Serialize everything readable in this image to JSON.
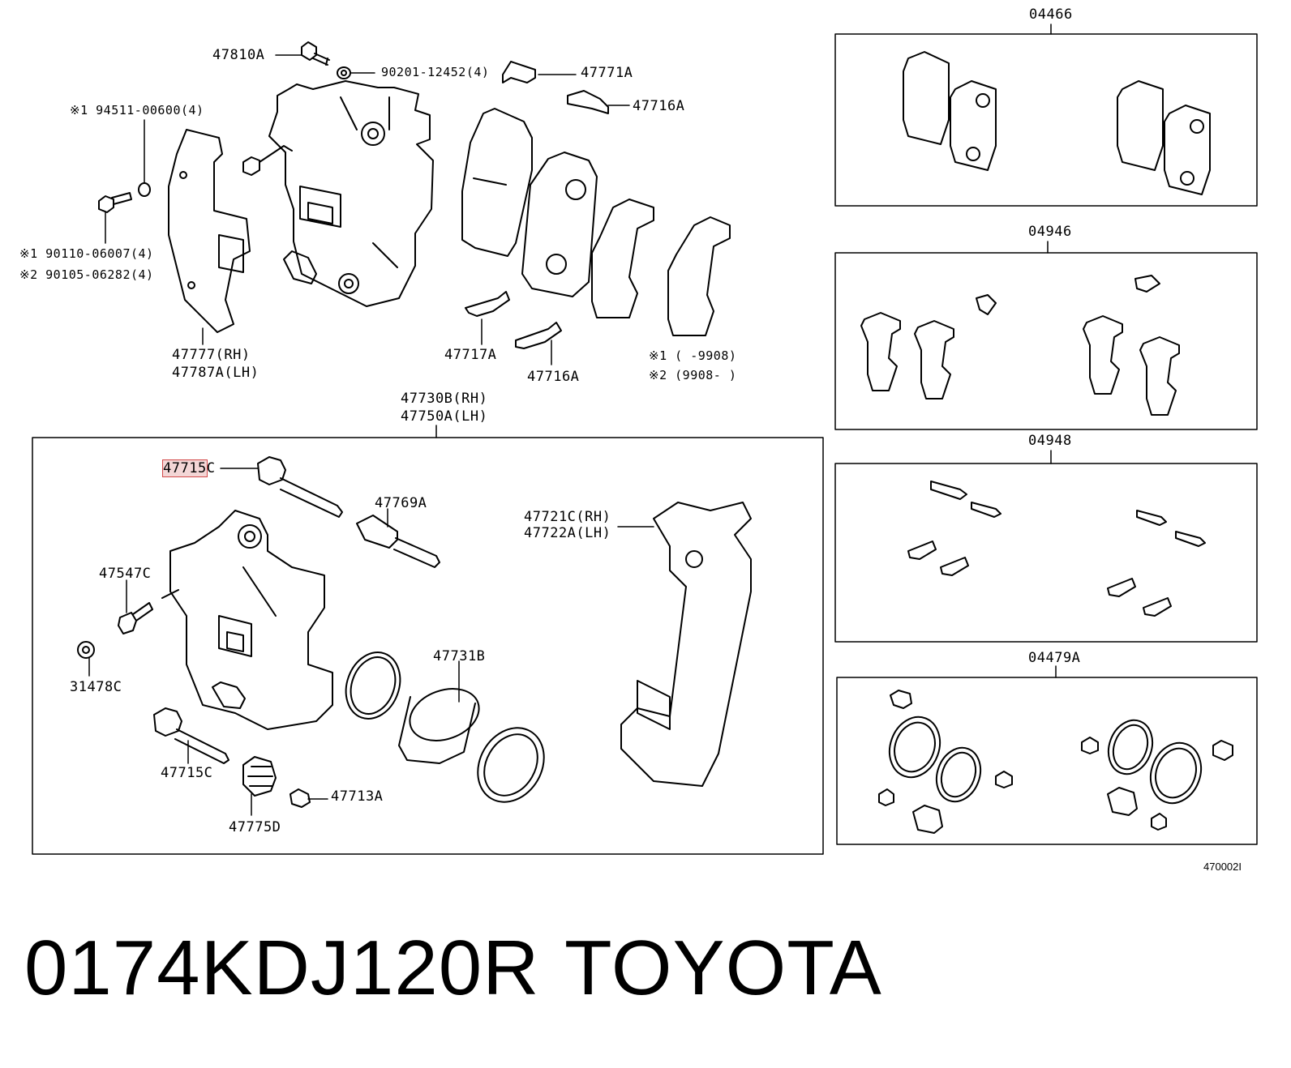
{
  "diagram": {
    "figure_code": "470002I",
    "footer": {
      "part_number": "0174KDJ120R",
      "brand": "TOYOTA"
    },
    "top_labels": {
      "p47810A": "47810A",
      "p90201": "90201-12452(4)",
      "p47771A": "47771A",
      "p47716A_top": "47716A",
      "n1_94511": "※1 94511-00600(4)",
      "n1_90110": "※1 90110-06007(4)",
      "n2_90105": "※2 90105-06282(4)",
      "p47777": "47777(RH)",
      "p47787A": "47787A(LH)",
      "p47717A": "47717A",
      "p47716A_bottom": "47716A",
      "note1": "※1 (      -9908)",
      "note2": "※2 (9908-      )"
    },
    "assembly": {
      "title_rh": "47730B(RH)",
      "title_lh": "47750A(LH)",
      "labels": {
        "p47715C_top_a": "47715",
        "p47715C_top_b": "C",
        "p47769A": "47769A",
        "p47721C": "47721C(RH)",
        "p47722A": "47722A(LH)",
        "p47547C": "47547C",
        "p31478C": "31478C",
        "p47731B": "47731B",
        "p47715C_bottom": "47715C",
        "p47775D": "47775D",
        "p47713A": "47713A"
      }
    },
    "kits": [
      {
        "code": "04466",
        "content": "pad set"
      },
      {
        "code": "04946",
        "content": "anti-squeal shim kit"
      },
      {
        "code": "04948",
        "content": "pad support plate kit"
      },
      {
        "code": "04479A",
        "content": "cylinder kit"
      }
    ]
  }
}
